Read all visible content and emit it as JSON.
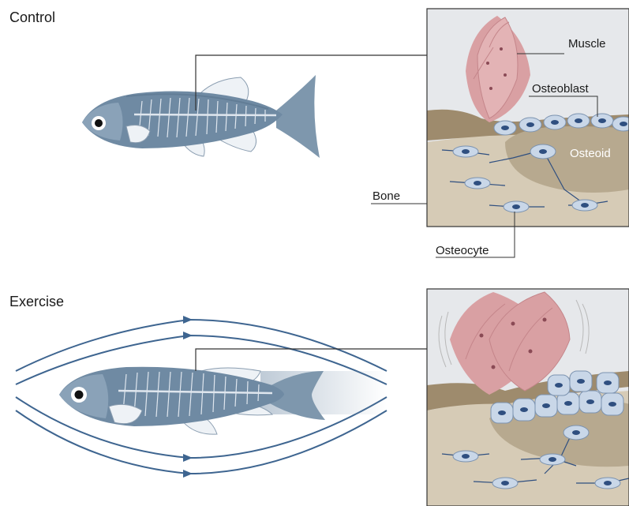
{
  "sections": {
    "control": {
      "title": "Control"
    },
    "exercise": {
      "title": "Exercise"
    }
  },
  "labels": {
    "muscle": "Muscle",
    "osteoblast": "Osteoblast",
    "osteoid": "Osteoid",
    "bone": "Bone",
    "osteocyte": "Osteocyte"
  },
  "colors": {
    "fish_body": "#6f8aa3",
    "fish_dark": "#5b7891",
    "muscle": "#d9a0a3",
    "bone_bg": "#d6cbb6",
    "osteoid": "#b7a98f",
    "cell": "#c9d7e8",
    "nucleus": "#2f4f80",
    "flow_line": "#3e6590"
  }
}
